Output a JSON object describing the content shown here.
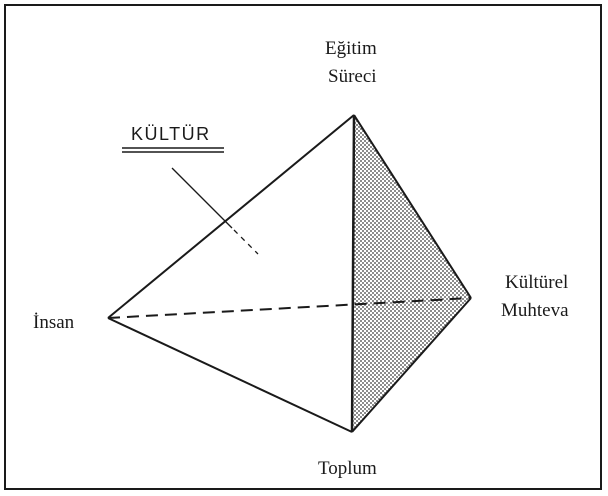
{
  "diagram": {
    "title": "KÜLTÜR",
    "vertices": {
      "apex": {
        "line1": "Eğitim",
        "line2": "Süreci"
      },
      "left": {
        "label": "İnsan"
      },
      "right": {
        "line1": "Kültürel",
        "line2": "Muhteva"
      },
      "bottom": {
        "label": "Toplum"
      }
    },
    "colors": {
      "ink": "#1a1a1a",
      "shaded_face": "#5a5a5a"
    }
  }
}
